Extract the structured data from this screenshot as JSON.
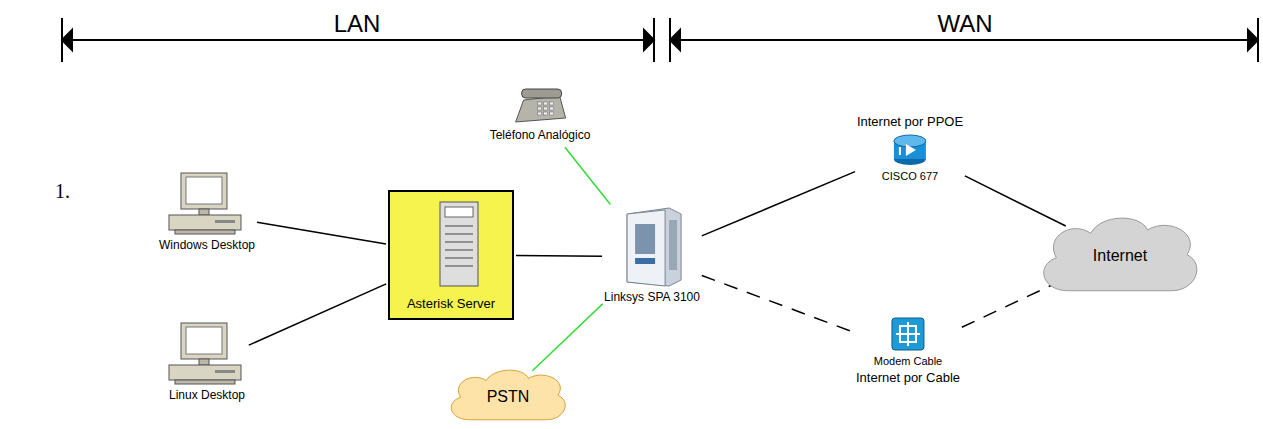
{
  "diagram": {
    "nodes": [
      {
        "text": [
          "Teléfono Analógico"
        ]
      },
      {
        "text": [
          "Windows Desktop"
        ]
      },
      {
        "text": [
          "Asterisk Server"
        ]
      },
      {
        "text": [
          "Linksys SPA 3100"
        ]
      },
      {
        "text": [
          "Linux Desktop"
        ]
      },
      {
        "text": [
          "PSTN"
        ]
      },
      {
        "text": [
          "Internet por PPOE",
          "CISCO 677"
        ]
      },
      {
        "text": [
          "Internet"
        ]
      },
      {
        "text": [
          "Modem Cable",
          "Internet por Cable"
        ]
      }
    ],
    "edges": [
      {
        "from": 1,
        "to": 2,
        "arrow": "none"
      },
      {
        "from": 4,
        "to": 2,
        "arrow": "none"
      },
      {
        "from": 2,
        "to": 3,
        "arrow": "none"
      },
      {
        "from": 0,
        "to": 3,
        "arrow": "none"
      },
      {
        "from": 5,
        "to": 3,
        "arrow": "none"
      },
      {
        "from": 3,
        "to": 6,
        "arrow": "none"
      },
      {
        "from": 6,
        "to": 7,
        "arrow": "none"
      },
      {
        "from": 3,
        "to": 8,
        "arrow": "none"
      },
      {
        "from": 8,
        "to": 7,
        "arrow": "none"
      }
    ],
    "labels": [
      "LAN",
      "WAN",
      "1."
    ]
  }
}
